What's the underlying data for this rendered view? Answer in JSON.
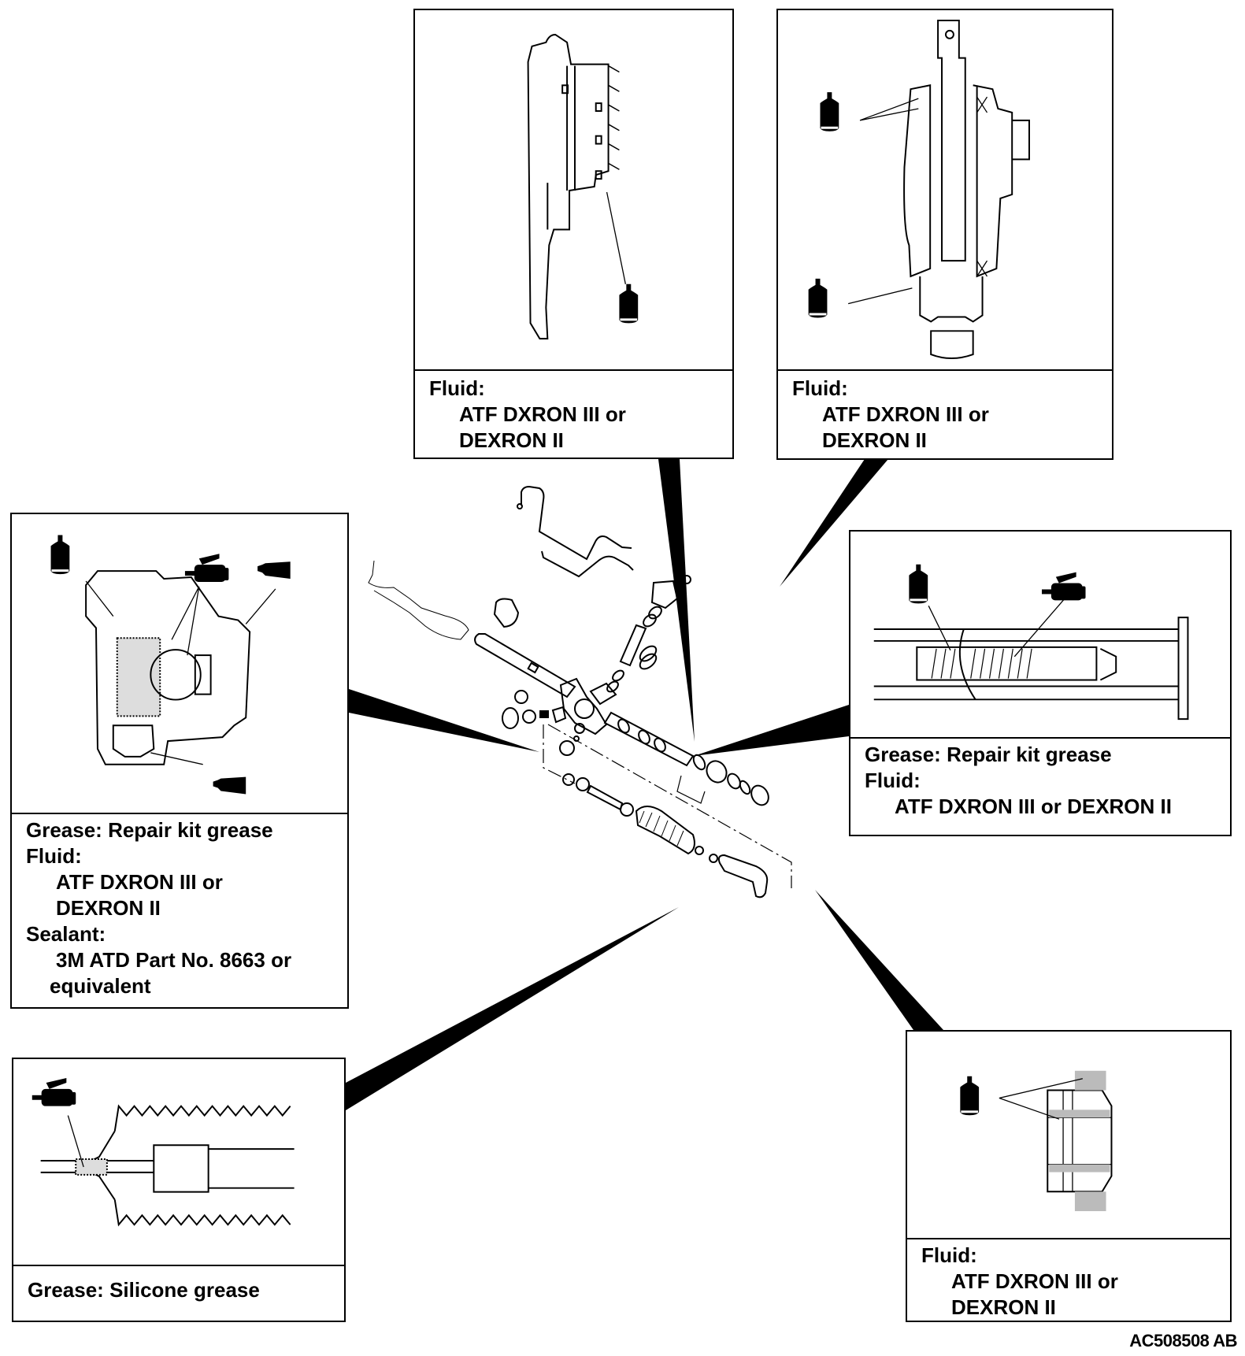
{
  "figure_code": "AC508508 AB",
  "colors": {
    "ink": "#000000",
    "paper": "#ffffff"
  },
  "icons": {
    "fluid_bottle": "fluid-bottle-icon",
    "grease_gun": "grease-gun-icon",
    "sealant_tube": "sealant-tube-icon"
  },
  "panels": {
    "valve_body": {
      "icons": [
        "fluid-bottle"
      ],
      "caption": {
        "fluid_label": "Fluid:",
        "fluid_line1": "ATF DXRON III or",
        "fluid_line2": "DEXRON II"
      }
    },
    "pinion_valve": {
      "icons": [
        "fluid-bottle",
        "fluid-bottle"
      ],
      "caption": {
        "fluid_label": "Fluid:",
        "fluid_line1": "ATF DXRON III or",
        "fluid_line2": "DEXRON II"
      }
    },
    "rack_housing_pinion": {
      "icons": [
        "fluid-bottle",
        "grease-gun",
        "sealant-tube",
        "sealant-tube"
      ],
      "caption": {
        "grease_line": "Grease: Repair kit grease",
        "fluid_label": "Fluid:",
        "fluid_line1": "ATF DXRON III or",
        "fluid_line2": "DEXRON II",
        "sealant_label": "Sealant:",
        "sealant_line1": "3M ATD Part No. 8663 or",
        "sealant_line2": "equivalent"
      }
    },
    "rack_piston": {
      "icons": [
        "fluid-bottle",
        "grease-gun"
      ],
      "caption": {
        "grease_line": "Grease: Repair kit grease",
        "fluid_label": "Fluid:",
        "fluid_line1": "ATF DXRON III or DEXRON II"
      }
    },
    "boot": {
      "icons": [
        "grease-gun"
      ],
      "caption": {
        "grease_line": "Grease: Silicone grease"
      }
    },
    "rack_bushing": {
      "icons": [
        "fluid-bottle"
      ],
      "caption": {
        "fluid_label": "Fluid:",
        "fluid_line1": "ATF DXRON III or",
        "fluid_line2": "DEXRON II"
      }
    }
  }
}
